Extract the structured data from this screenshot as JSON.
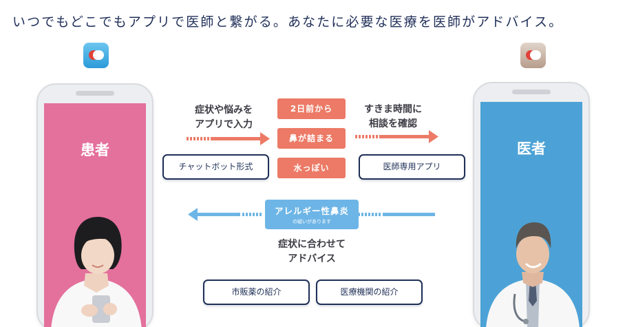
{
  "headline": "いつでもどこでもアプリで医師と繋がる。あなたに必要な医療を医師がアドバイス。",
  "patient": {
    "label": "患者",
    "icon": "patient-app-icon"
  },
  "doctor": {
    "label": "医者",
    "icon": "doctor-app-icon"
  },
  "flow_to_doctor": {
    "caption_line1": "症状や悩みを",
    "caption_line2": "アプリで入力",
    "input_method": "チャットボット形式",
    "symptoms": [
      "2日前から",
      "鼻が詰まる",
      "水っぽい"
    ],
    "check_line1": "すきま時間に",
    "check_line2": "相談を確認",
    "doctor_app": "医師専用アプリ"
  },
  "flow_to_patient": {
    "diagnosis_title": "アレルギー性鼻炎",
    "diagnosis_sub": "の疑いがあります",
    "advice_line1": "症状に合わせて",
    "advice_line2": "アドバイス",
    "options": [
      "市販薬の紹介",
      "医療機関の紹介"
    ]
  },
  "colors": {
    "navy": "#1f3057",
    "patient_screen": "#e4709c",
    "doctor_screen": "#4ca2d6",
    "salmon": "#ec7a66",
    "light_blue": "#6db5e6"
  }
}
